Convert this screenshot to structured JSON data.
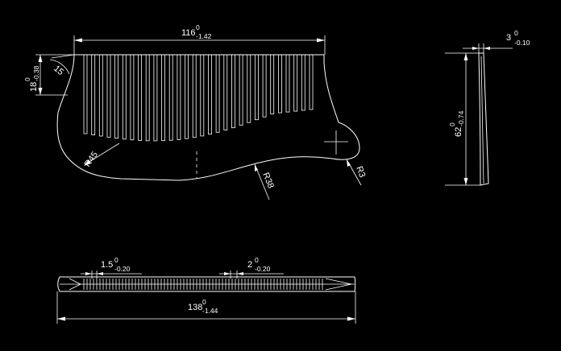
{
  "drawing": {
    "background": "#000000",
    "stroke": "#ffffff",
    "dimensions": {
      "top_width": {
        "base": "116",
        "upper": "0",
        "lower": "-1.42"
      },
      "left_height": {
        "base": "18",
        "upper": "0",
        "lower": "-0.38"
      },
      "angle": {
        "text": "15"
      },
      "radius_left": {
        "text": "R45"
      },
      "radius_bottom": {
        "text": "R38"
      },
      "radius_right": {
        "text": "R3"
      },
      "side_thickness": {
        "base": "3",
        "upper": "0",
        "lower": "-0.10"
      },
      "side_height": {
        "base": "62",
        "upper": "0",
        "lower": "-0.74"
      },
      "tooth_width": {
        "base": "1.5",
        "upper": "0",
        "lower": "-0.20"
      },
      "tooth_gap": {
        "base": "2",
        "upper": "0",
        "lower": "-0.20"
      },
      "total_length": {
        "base": "138",
        "upper": "0",
        "lower": "-1.44"
      }
    },
    "teeth_count": 30
  }
}
